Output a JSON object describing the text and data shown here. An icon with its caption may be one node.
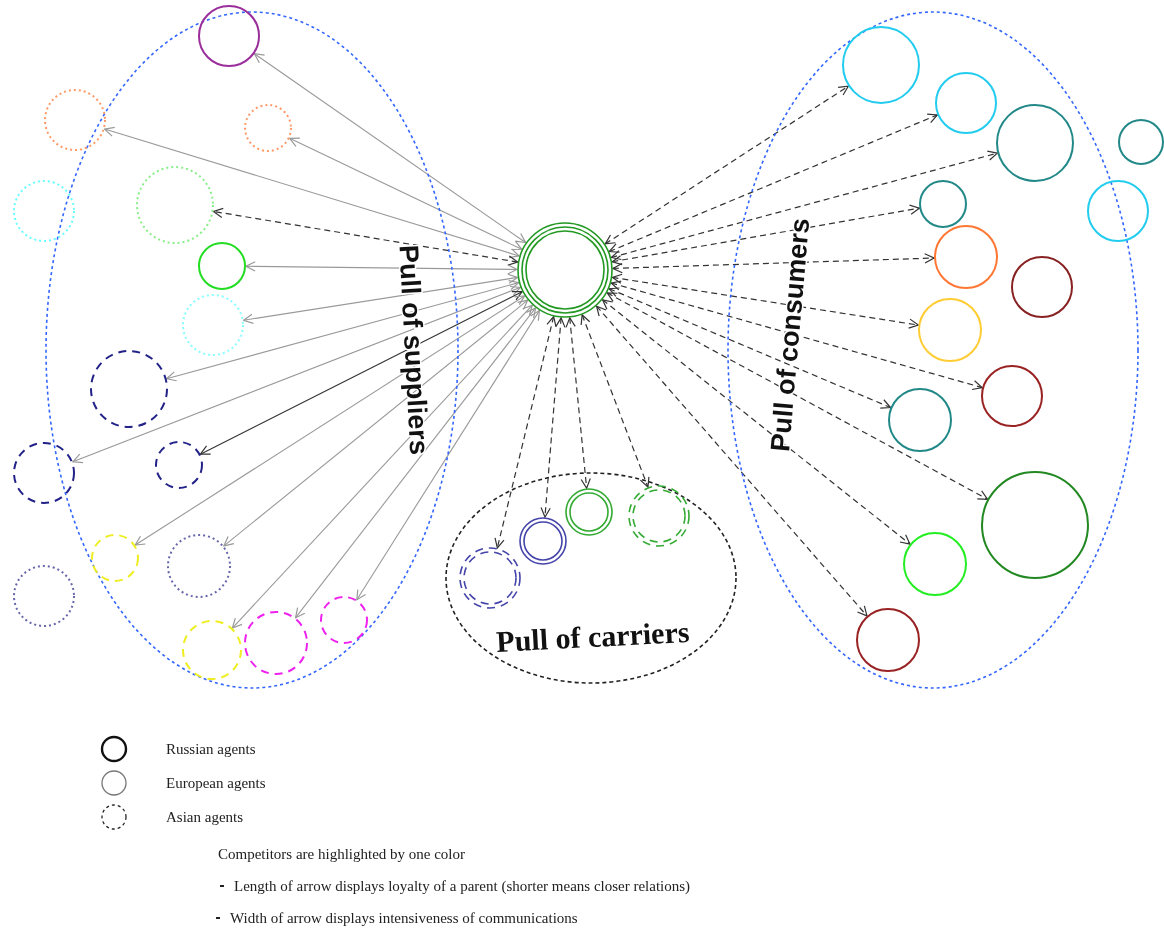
{
  "diagram": {
    "nodes": [
      {
        "text": [
          "Pull of suppliers"
        ]
      },
      {
        "text": [],
        "shape": "circle"
      },
      {
        "text": [],
        "shape": "circle"
      },
      {
        "text": [],
        "shape": "circle",
        "in": 0
      },
      {
        "text": [],
        "shape": "circle"
      },
      {
        "text": [],
        "shape": "circle",
        "in": 0
      },
      {
        "text": [],
        "shape": "circle",
        "in": 0
      },
      {
        "text": [],
        "shape": "circle",
        "in": 0
      },
      {
        "text": [],
        "shape": "circle",
        "in": 0
      },
      {
        "text": [],
        "shape": "circle"
      },
      {
        "text": [],
        "shape": "circle",
        "in": 0
      },
      {
        "text": [],
        "shape": "circle",
        "in": 0
      },
      {
        "text": [],
        "shape": "circle",
        "in": 0
      },
      {
        "text": [],
        "shape": "circle"
      },
      {
        "text": [],
        "shape": "circle",
        "in": 0
      },
      {
        "text": [],
        "shape": "circle",
        "in": 0
      },
      {
        "text": [],
        "shape": "circle",
        "in": 0
      },
      {
        "text": [],
        "shape": "circle"
      },
      {
        "text": [
          "Pull of carriers"
        ]
      },
      {
        "text": [],
        "shape": "circle",
        "in": 18
      },
      {
        "text": [],
        "shape": "circle",
        "in": 18
      },
      {
        "text": [],
        "shape": "circle",
        "in": 18
      },
      {
        "text": [],
        "shape": "circle",
        "in": 18
      },
      {
        "text": [
          "Pull of consumers"
        ]
      },
      {
        "text": [],
        "shape": "circle",
        "in": 23
      },
      {
        "text": [],
        "shape": "circle",
        "in": 23
      },
      {
        "text": [],
        "shape": "circle",
        "in": 23
      },
      {
        "text": [],
        "shape": "circle"
      },
      {
        "text": [],
        "shape": "circle",
        "in": 23
      },
      {
        "text": [],
        "shape": "circle"
      },
      {
        "text": [],
        "shape": "circle",
        "in": 23
      },
      {
        "text": [],
        "shape": "circle",
        "in": 23
      },
      {
        "text": [],
        "shape": "circle",
        "in": 23
      },
      {
        "text": [],
        "shape": "circle",
        "in": 23
      },
      {
        "text": [],
        "shape": "circle",
        "in": 23
      },
      {
        "text": [],
        "shape": "circle",
        "in": 23
      },
      {
        "text": [],
        "shape": "circle",
        "in": 23
      },
      {
        "text": [],
        "shape": "circle",
        "in": 23
      }
    ],
    "edges": [
      {
        "from": 17,
        "to": 1,
        "arrow": "both",
        "color": "#999999"
      },
      {
        "from": 17,
        "to": 2,
        "arrow": "both",
        "color": "#999999"
      },
      {
        "from": 17,
        "to": 3,
        "arrow": "both",
        "color": "#999999"
      },
      {
        "from": 17,
        "to": 5,
        "arrow": "both",
        "style": "dashed"
      },
      {
        "from": 17,
        "to": 6,
        "arrow": "both",
        "color": "#999999"
      },
      {
        "from": 17,
        "to": 7,
        "arrow": "both",
        "color": "#999999"
      },
      {
        "from": 17,
        "to": 8,
        "arrow": "both",
        "color": "#999999"
      },
      {
        "from": 17,
        "to": 9,
        "arrow": "both",
        "color": "#999999"
      },
      {
        "from": 17,
        "to": 10,
        "arrow": "both"
      },
      {
        "from": 17,
        "to": 11,
        "arrow": "both",
        "color": "#999999"
      },
      {
        "from": 17,
        "to": 12,
        "arrow": "both",
        "color": "#999999"
      },
      {
        "from": 17,
        "to": 14,
        "arrow": "both",
        "color": "#999999"
      },
      {
        "from": 17,
        "to": 15,
        "arrow": "both",
        "color": "#999999"
      },
      {
        "from": 17,
        "to": 16,
        "arrow": "both",
        "color": "#999999"
      },
      {
        "from": 17,
        "to": 19,
        "arrow": "both",
        "style": "dashed"
      },
      {
        "from": 17,
        "to": 20,
        "arrow": "both",
        "style": "dashed"
      },
      {
        "from": 17,
        "to": 21,
        "arrow": "both",
        "style": "dashed"
      },
      {
        "from": 17,
        "to": 22,
        "arrow": "both",
        "style": "dashed"
      },
      {
        "from": 17,
        "to": 24,
        "arrow": "both",
        "style": "dashed"
      },
      {
        "from": 17,
        "to": 25,
        "arrow": "both",
        "style": "dashed"
      },
      {
        "from": 17,
        "to": 26,
        "arrow": "both",
        "style": "dashed"
      },
      {
        "from": 17,
        "to": 28,
        "arrow": "both",
        "style": "dashed"
      },
      {
        "from": 17,
        "to": 30,
        "arrow": "both",
        "style": "dashed"
      },
      {
        "from": 17,
        "to": 32,
        "arrow": "both",
        "style": "dashed"
      },
      {
        "from": 17,
        "to": 33,
        "arrow": "both",
        "style": "dashed"
      },
      {
        "from": 17,
        "to": 34,
        "arrow": "both",
        "style": "dashed"
      },
      {
        "from": 17,
        "to": 35,
        "arrow": "both",
        "style": "dashed"
      },
      {
        "from": 17,
        "to": 36,
        "arrow": "both",
        "style": "dashed"
      },
      {
        "from": 17,
        "to": 37,
        "arrow": "both",
        "style": "dashed"
      }
    ],
    "labels": [
      "Competitors are highlighted by one color",
      "Length of  arrow  displays loyalty of a parent (shorter  means closer relations)",
      "Width of arrow displays intensiveness of communications"
    ],
    "legend": [
      {
        "text": "Russian agents"
      },
      {
        "text": "European agents"
      },
      {
        "text": "Asian agents"
      }
    ]
  }
}
